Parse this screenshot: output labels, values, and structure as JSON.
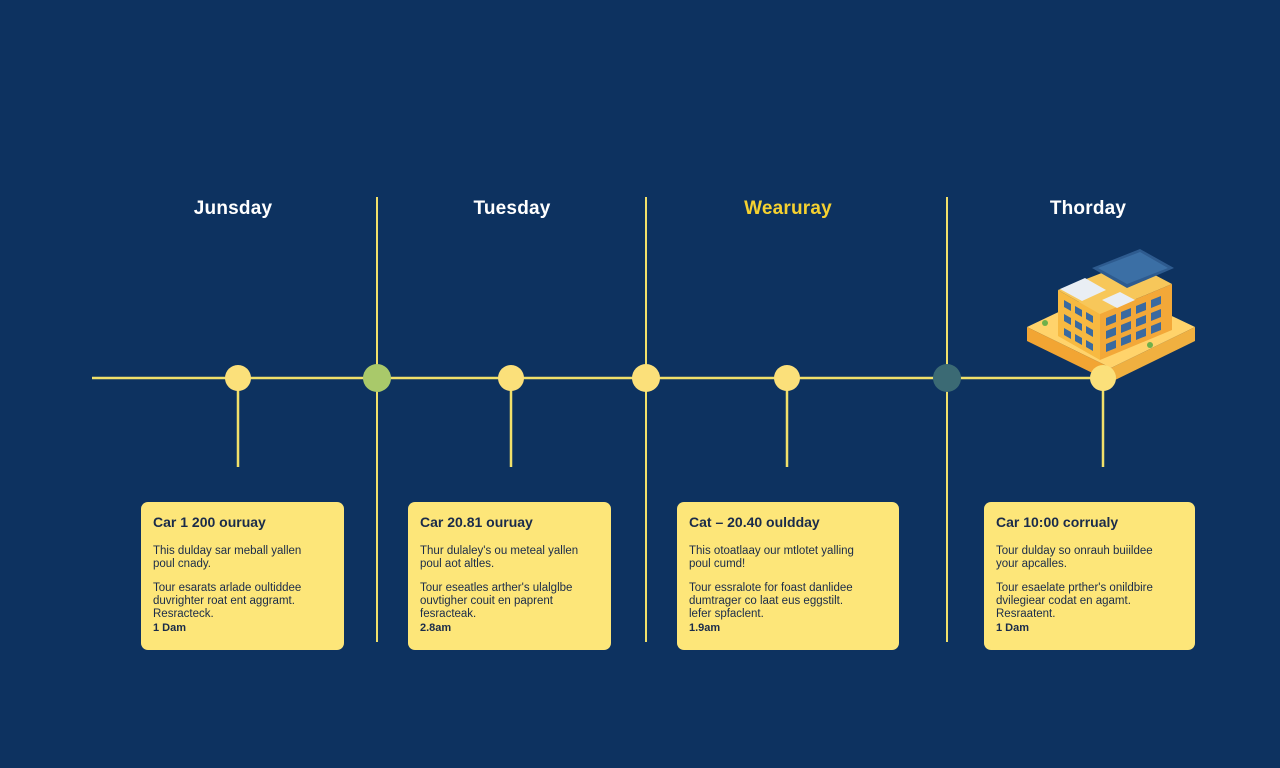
{
  "colors": {
    "background": "#0d3260",
    "line": "#f1e06a",
    "node_yellow": "#fbe07a",
    "node_green": "#a9c96a",
    "node_teal": "#3b6a74",
    "card": "#fde679",
    "highlight_label": "#f5d130"
  },
  "timeline": {
    "days": [
      {
        "label": "Junsday",
        "color": "#ffffff"
      },
      {
        "label": "Tuesday",
        "color": "#ffffff"
      },
      {
        "label": "Wearuray",
        "color": "#f5d130"
      },
      {
        "label": "Thorday",
        "color": "#ffffff"
      }
    ],
    "separator_nodes": [
      "green",
      "yellow",
      "teal"
    ],
    "cards": [
      {
        "title": "Car 1 200 ouruay",
        "p1": [
          "This dulday sar meball yallen",
          "poul cnady."
        ],
        "p2": [
          "Tour esarats arlade oultiddee",
          "duvrighter roat ent aggramt.",
          "Resracteck."
        ],
        "time": "1 Dam"
      },
      {
        "title": "Car 20.81 ouruay",
        "p1": [
          "Thur dulaley's ou meteal yallen",
          "poul aot altles."
        ],
        "p2": [
          "Tour eseatles arther's ulalglbe",
          "ouvtigher couit en paprent",
          "fesracteak."
        ],
        "time": "2.8am"
      },
      {
        "title": "Cat – 20.40 ouldday",
        "p1": [
          "This otoatlaay our mtlotet yalling",
          "poul cumd!"
        ],
        "p2": [
          "Tour essralote for foast danlidee",
          "dumtrager co laat eus eggstilt.",
          "lefer spfaclent."
        ],
        "time": "1.9am"
      },
      {
        "title": "Car 10:00 corrualy",
        "p1": [
          "Tour dulday so onrauh buiildee",
          "your apcalles."
        ],
        "p2": [
          "Tour esaelate prther's onildbire",
          "dvilegiear codat en agamt.",
          "Resraatent."
        ],
        "time": "1 Dam"
      }
    ]
  },
  "building": {
    "icon": "isometric-building-icon"
  }
}
